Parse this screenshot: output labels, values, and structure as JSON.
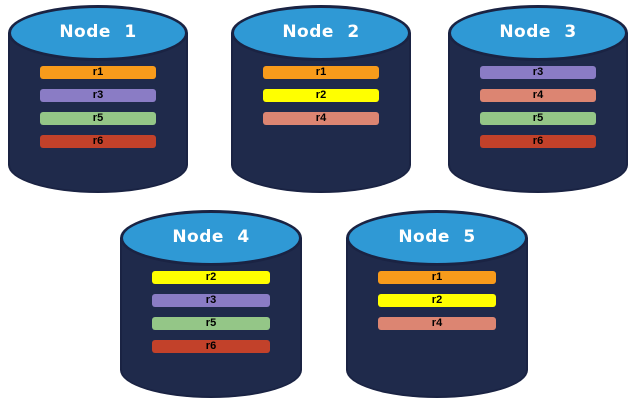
{
  "nodes": [
    {
      "label": "Node 1",
      "replicas": [
        {
          "id": "r1",
          "color": "#F89B1B"
        },
        {
          "id": "r3",
          "color": "#8A7CC5"
        },
        {
          "id": "r5",
          "color": "#94C687"
        },
        {
          "id": "r6",
          "color": "#C2412A"
        }
      ]
    },
    {
      "label": "Node 2",
      "replicas": [
        {
          "id": "r1",
          "color": "#F89B1B"
        },
        {
          "id": "r2",
          "color": "#FFFF00"
        },
        {
          "id": "r4",
          "color": "#DC8572"
        }
      ]
    },
    {
      "label": "Node 3",
      "replicas": [
        {
          "id": "r3",
          "color": "#8A7CC5"
        },
        {
          "id": "r4",
          "color": "#DC8572"
        },
        {
          "id": "r5",
          "color": "#94C687"
        },
        {
          "id": "r6",
          "color": "#C2412A"
        }
      ]
    },
    {
      "label": "Node 4",
      "replicas": [
        {
          "id": "r2",
          "color": "#FFFF00"
        },
        {
          "id": "r3",
          "color": "#8A7CC5"
        },
        {
          "id": "r5",
          "color": "#94C687"
        },
        {
          "id": "r6",
          "color": "#C2412A"
        }
      ]
    },
    {
      "label": "Node 5",
      "replicas": [
        {
          "id": "r1",
          "color": "#F89B1B"
        },
        {
          "id": "r2",
          "color": "#FFFF00"
        },
        {
          "id": "r4",
          "color": "#DC8572"
        }
      ]
    }
  ],
  "colors": {
    "background": "#FFFFFF",
    "cylinder_body": "#1F2A4B",
    "cylinder_top": "#2F99D5",
    "cylinder_outline": "#1A2343",
    "node_label": "#FFFFFF",
    "replica_label": "#000000"
  }
}
